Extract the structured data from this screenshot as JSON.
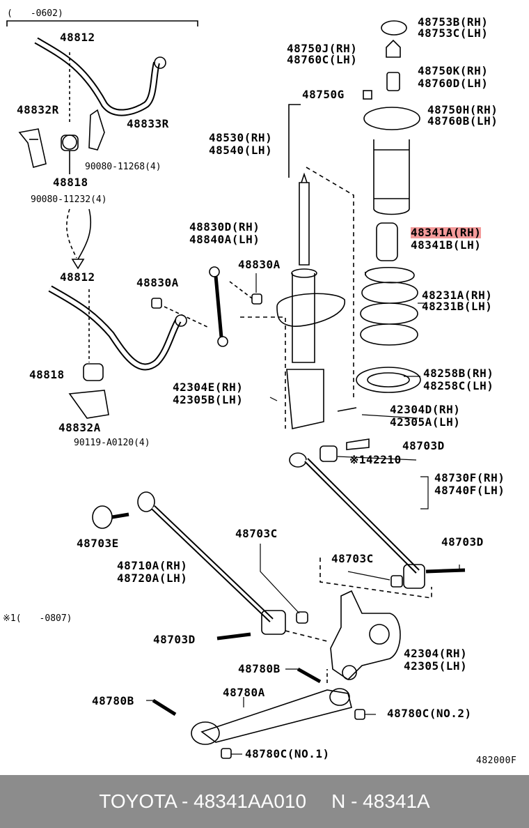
{
  "diagram": {
    "code": "482000F",
    "header_range": "(　　-0602)",
    "footnote": "※1(　　-0807)",
    "highlight_color": "#f39a9a",
    "labels": {
      "l48753b": "48753B(RH)",
      "l48753c": "48753C(LH)",
      "l48750j": "48750J(RH)",
      "l48760c": "48760C(LH)",
      "l48750k": "48750K(RH)",
      "l48760d": "48760D(LH)",
      "l48750g": "48750G",
      "l48750h": "48750H(RH)",
      "l48760b": "48760B(LH)",
      "l48530": "48530(RH)",
      "l48540": "48540(LH)",
      "l48341a": "48341A(RH)",
      "l48341b": "48341B(LH)",
      "l48231a": "48231A(RH)",
      "l48231b": "48231B(LH)",
      "l48258b": "48258B(RH)",
      "l48258c": "48258C(LH)",
      "l48830d": "48830D(RH)",
      "l48840a": "48840A(LH)",
      "l48830a1": "48830A",
      "l48830a2": "48830A",
      "l42304e": "42304E(RH)",
      "l42305b": "42305B(LH)",
      "l42304d": "42304D(RH)",
      "l42305a": "42305A(LH)",
      "l48703d1": "48703D",
      "l42210": "※142210",
      "l48730f": "48730F(RH)",
      "l48740f": "48740F(LH)",
      "l48703d2": "48703D",
      "l48703c1": "48703C",
      "l48703c2": "48703C",
      "l48703e": "48703E",
      "l48710a": "48710A(RH)",
      "l48720a": "48720A(LH)",
      "l48703d3": "48703D",
      "l42304": "42304(RH)",
      "l42305": "42305(LH)",
      "l48780b1": "48780B",
      "l48780b2": "48780B",
      "l48780a": "48780A",
      "l48780c2": "48780C(NO.2)",
      "l48780c1": "48780C(NO.1)",
      "l48812a": "48812",
      "l48832r": "48832R",
      "l48833r": "48833R",
      "l90080a": "90080-11268(4)",
      "l48818a": "48818",
      "l90080b": "90080-11232(4)",
      "l48812b": "48812",
      "l48818b": "48818",
      "l48832a": "48832A",
      "l90119": "90119-A0120(4)"
    }
  },
  "footer": {
    "make": "TOYOTA - 48341AA010",
    "part": "N - 48341A"
  }
}
